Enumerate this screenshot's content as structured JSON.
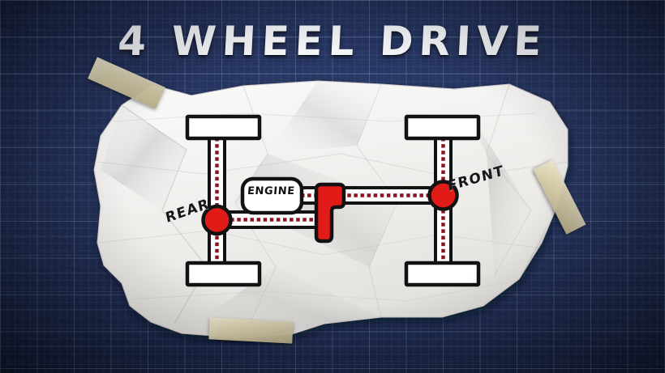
{
  "title": "4 WHEEL DRIVE",
  "background": {
    "style": "blueprint-grid",
    "base_color": "#24315c",
    "grid_color": "#b2c8f0"
  },
  "paper": {
    "kind": "crumpled-paper-sheet",
    "color": "#f4f3f1"
  },
  "tape": [
    {
      "name": "tape-top-left",
      "color": "#ddd3ad"
    },
    {
      "name": "tape-right",
      "color": "#ddd3ad"
    },
    {
      "name": "tape-bottom",
      "color": "#ddd3ad"
    }
  ],
  "diagram": {
    "name": "four-wheel-drive-drivetrain",
    "colors": {
      "outline": "#121212",
      "shaft_fill": "#ffffff",
      "shaft_dash": "#8c1420",
      "component_red": "#e01b18",
      "paper": "#f4f3f1"
    },
    "labels": {
      "rear": "REAR",
      "front": "FRONT",
      "engine": "ENGINE"
    },
    "components": [
      {
        "name": "engine-box",
        "label": "ENGINE"
      },
      {
        "name": "transfer-case",
        "label": ""
      },
      {
        "name": "rear-differential",
        "label": ""
      },
      {
        "name": "front-differential",
        "label": ""
      },
      {
        "name": "rear-left-wheel",
        "label": ""
      },
      {
        "name": "rear-right-wheel",
        "label": ""
      },
      {
        "name": "front-left-wheel",
        "label": ""
      },
      {
        "name": "front-right-wheel",
        "label": ""
      },
      {
        "name": "rear-driveshaft",
        "label": ""
      },
      {
        "name": "front-driveshaft",
        "label": ""
      },
      {
        "name": "engine-output-shaft",
        "label": ""
      },
      {
        "name": "rear-axle",
        "label": ""
      },
      {
        "name": "front-axle",
        "label": ""
      }
    ]
  }
}
